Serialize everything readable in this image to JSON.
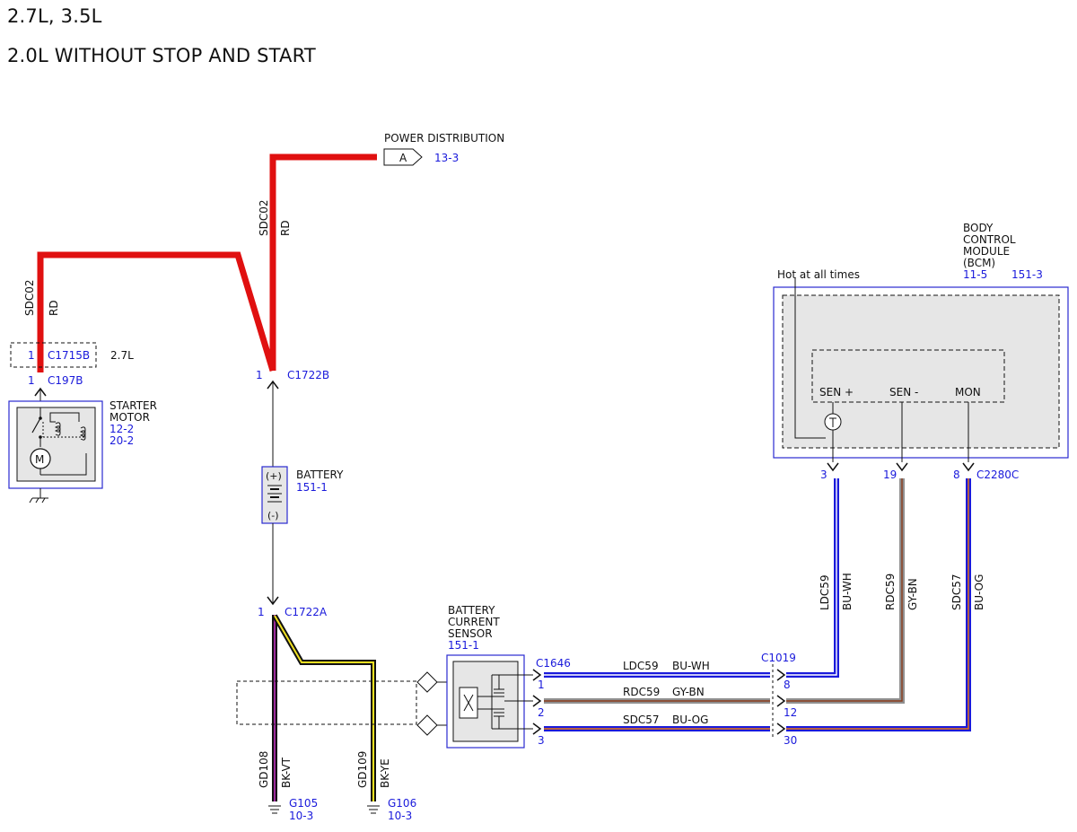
{
  "headings": [
    "2.7L, 3.5L",
    "2.0L WITHOUT STOP AND START"
  ],
  "colors": {
    "red_wire": "#e01010",
    "blue_wire": "#1a1adb",
    "component_fill": "#e6e6e6",
    "component_border": "#2a2ad0",
    "ref_text": "#1a1adb"
  },
  "power_distribution": {
    "label": "POWER DISTRIBUTION",
    "terminal": "A",
    "ref": "13-3"
  },
  "wire_sdc02": {
    "circuit": "SDC02",
    "color": "RD"
  },
  "c1715b": {
    "pin": "1",
    "name": "C1715B",
    "note": "2.7L"
  },
  "c197b": {
    "pin": "1",
    "name": "C197B"
  },
  "starter": {
    "lines": [
      "STARTER",
      "MOTOR"
    ],
    "refs": [
      "12-2",
      "20-2"
    ]
  },
  "c1722b": {
    "pin": "1",
    "name": "C1722B"
  },
  "battery": {
    "label": "BATTERY",
    "ref": "151-1",
    "plus": "(+)",
    "minus": "(-)"
  },
  "c1722a": {
    "pin": "1",
    "name": "C1722A"
  },
  "grounds": [
    {
      "circuit": "GD108",
      "color": "BK-VT",
      "ground": "G105",
      "ref": "10-3"
    },
    {
      "circuit": "GD109",
      "color": "BK-YE",
      "ground": "G106",
      "ref": "10-3"
    }
  ],
  "sensor": {
    "lines": [
      "BATTERY",
      "CURRENT",
      "SENSOR"
    ],
    "ref": "151-1"
  },
  "c1646": {
    "name": "C1646",
    "pins": [
      "1",
      "2",
      "3"
    ]
  },
  "c1019": {
    "name": "C1019",
    "pins": [
      "8",
      "12",
      "30"
    ]
  },
  "harness": [
    {
      "circuit": "LDC59",
      "color": "BU-WH"
    },
    {
      "circuit": "RDC59",
      "color": "GY-BN"
    },
    {
      "circuit": "SDC57",
      "color": "BU-OG"
    }
  ],
  "bcm": {
    "lines": [
      "BODY",
      "CONTROL",
      "MODULE",
      "(BCM)"
    ],
    "refs": [
      "11-5",
      "151-3"
    ],
    "hot_label": "Hot at all times",
    "pins": [
      "SEN +",
      "SEN -",
      "MON"
    ]
  },
  "c2280c": {
    "name": "C2280C",
    "pins": [
      "3",
      "19",
      "8"
    ]
  }
}
